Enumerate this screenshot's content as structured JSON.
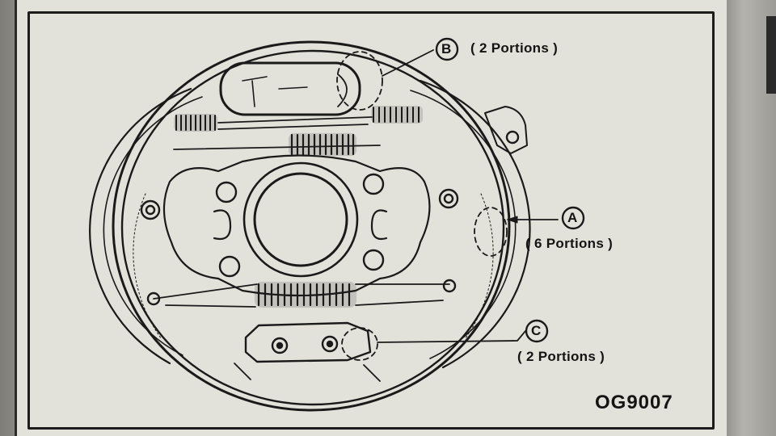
{
  "diagram": {
    "callouts": [
      {
        "letter": "B",
        "portions": "( 2 Portions )"
      },
      {
        "letter": "A",
        "portions": "( 6 Portions )"
      },
      {
        "letter": "C",
        "portions": "( 2 Portions )"
      }
    ],
    "figure_code": "OG9007"
  },
  "colors": {
    "ink": "#141414",
    "paper": "#e2e1da"
  }
}
